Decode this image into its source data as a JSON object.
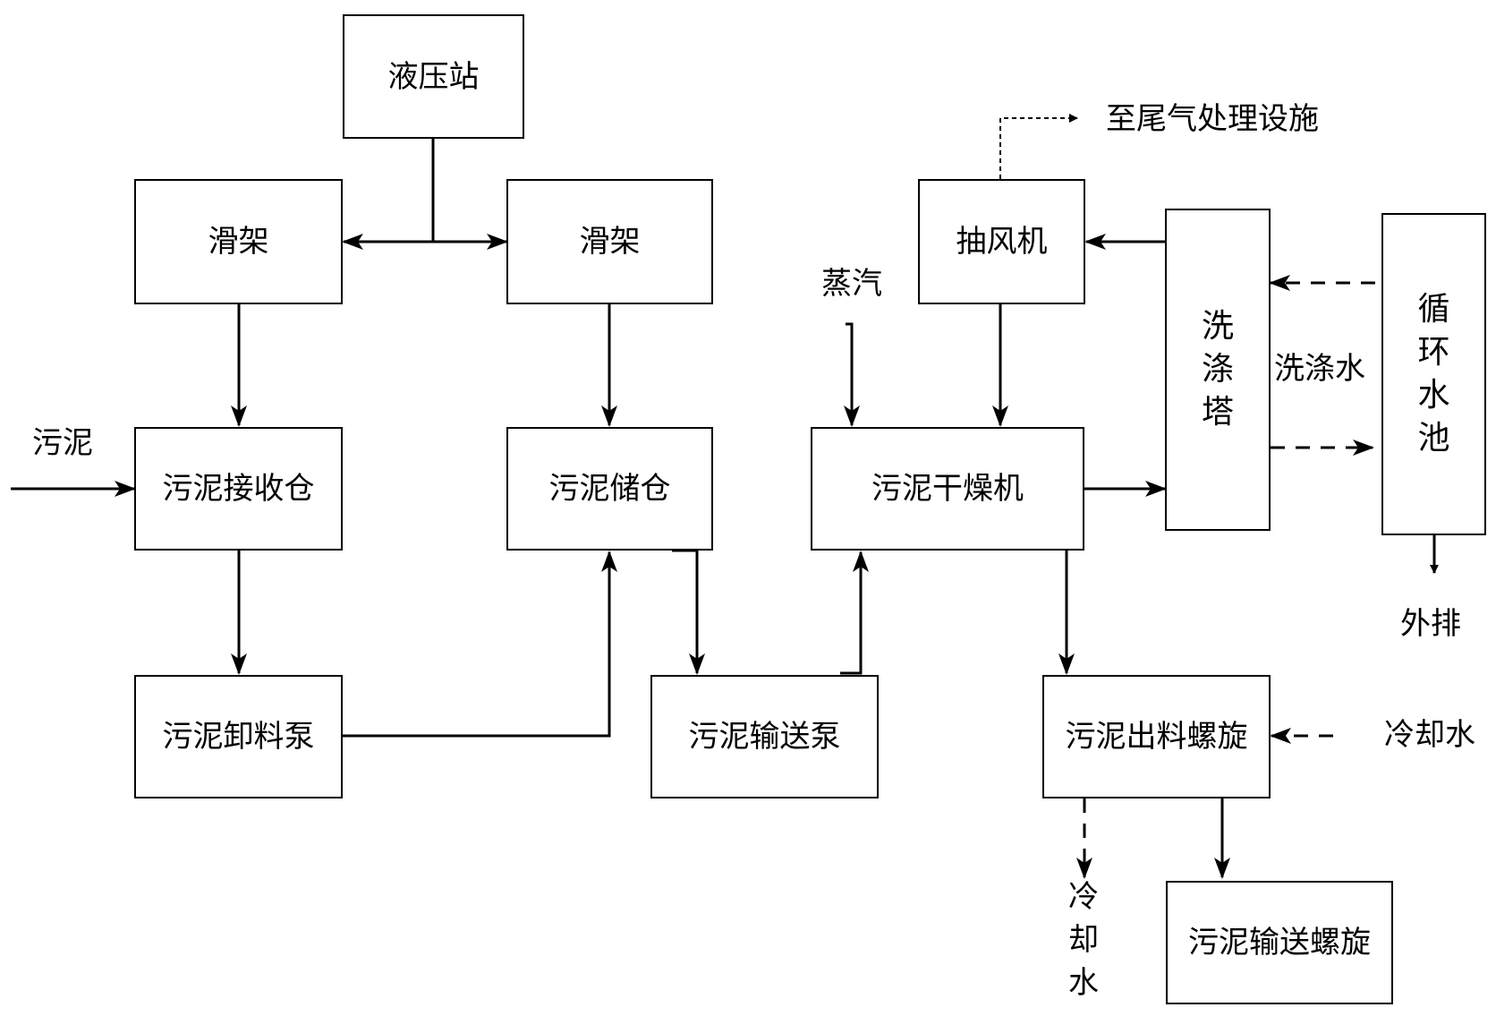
{
  "boxes": {
    "hydraulic_station": "液压站",
    "slide_left": "滑架",
    "slide_right": "滑架",
    "receiving_bin": "污泥接收仓",
    "storage_bin": "污泥储仓",
    "unloading_pump": "污泥卸料泵",
    "conveying_pump": "污泥输送泵",
    "exhaust_fan": "抽风机",
    "dryer": "污泥干燥机",
    "scrubber": [
      "洗",
      "涤",
      "塔"
    ],
    "circulating_pool": [
      "循",
      "环",
      "水",
      "池"
    ],
    "discharge_screw": "污泥出料螺旋",
    "conveying_screw": "污泥输送螺旋"
  },
  "labels": {
    "sludge_input": "污泥",
    "steam": "蒸汽",
    "to_exhaust_treatment": "至尾气处理设施",
    "wash_water": "洗涤水",
    "external_discharge": "外排",
    "cooling_water_in": "冷却水",
    "cooling_water_out": [
      "冷",
      "却",
      "水"
    ]
  }
}
